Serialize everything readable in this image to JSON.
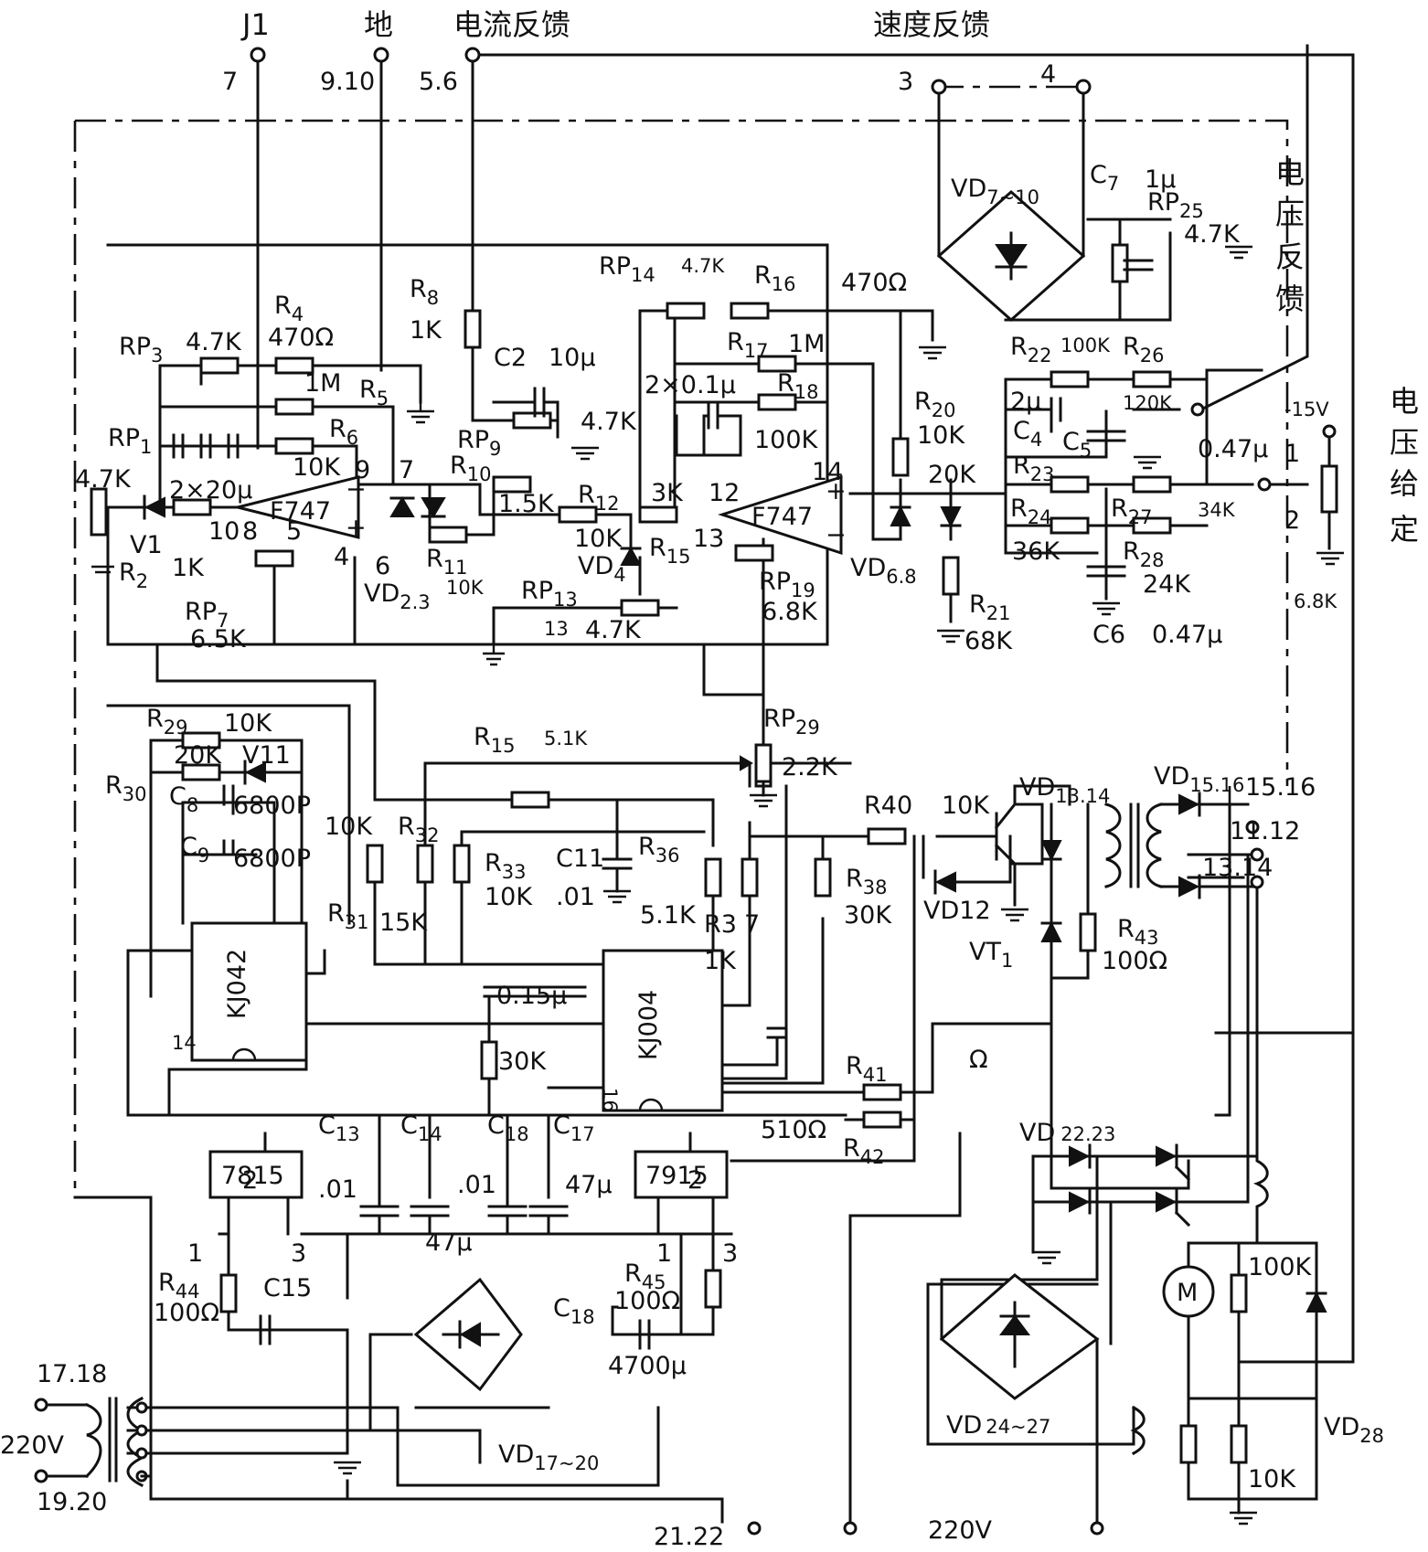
{
  "top_terminals": [
    "J1",
    "地",
    "电流反馈",
    "速度反馈"
  ],
  "side_labels": {
    "voltage_feedback": [
      "电",
      "压",
      "反",
      "馈"
    ],
    "voltage_set": [
      "电",
      "压",
      "给",
      "定"
    ]
  },
  "pin_numbers": [
    "7",
    "9.10",
    "5.6",
    "3",
    "4",
    "1",
    "2",
    "15.16",
    "11.12",
    "13.14",
    "17.18",
    "19.20",
    "21.22"
  ],
  "mains": [
    "220V",
    "220V"
  ],
  "chips": [
    "F747",
    "F747",
    "KJ042",
    "KJ004",
    "7815",
    "7915"
  ],
  "components": {
    "RP3": "RP",
    "RP3_sub": "3",
    "RP3_val": "4.7K",
    "R4": "R",
    "R4_sub": "4",
    "R4_val": "470Ω",
    "R5": "R",
    "R5_sub": "5",
    "R5_val": "1M",
    "R6": "R",
    "R6_sub": "6",
    "R6_val": "10K",
    "RP1": "RP",
    "RP1_sub": "1",
    "RP1_val": "4.7K",
    "C_pair": "2×20μ",
    "R2": "R",
    "R2_sub": "2",
    "R2_val": "1K",
    "V1": "V1",
    "RP7": "RP",
    "RP7_sub": "7",
    "RP7_val": "6.5K",
    "VD23": "VD",
    "VD23_sub": "2.3",
    "R11": "R",
    "R11_sub": "11",
    "R11_val": "10K",
    "R8": "R",
    "R8_sub": "8",
    "R8_val": "1K",
    "C2": "C2",
    "C2_val": "10μ",
    "RP9": "RP",
    "RP9_sub": "9",
    "RP9_val": "4.7K",
    "R10": "R",
    "R10_sub": "10",
    "R10_val": "1.5K",
    "R12": "R",
    "R12_sub": "12",
    "R12_val": "10K",
    "R15a": "R",
    "R15a_sub": "15",
    "R15a_val": "3K",
    "VD4": "VD",
    "VD4_sub": "4",
    "RP13": "RP",
    "RP13_sub": "13",
    "RP13_val": "4.7K",
    "RP14": "RP",
    "RP14_sub": "14",
    "RP14_val": "4.7K",
    "R16": "R",
    "R16_sub": "16",
    "R16_val": "470Ω",
    "R17": "R",
    "R17_sub": "17",
    "R17_val": "1M",
    "C_pair2": "2×0.1μ",
    "R18": "R",
    "R18_sub": "18",
    "R18_val": "100K",
    "RP19": "RP",
    "RP19_sub": "19",
    "RP19_val": "6.8K",
    "R20": "R",
    "R20_sub": "20",
    "R20_val": "10K",
    "R21": "R",
    "R21_sub": "21",
    "R21_val": "68K",
    "VD68": "VD",
    "VD68_sub": "6.8",
    "VD710": "VD",
    "VD710_sub": "7~10",
    "C7": "C",
    "C7_sub": "7",
    "C7_val": "1μ",
    "RP25": "RP",
    "RP25_sub": "25",
    "RP25_val": "4.7K",
    "R22": "R",
    "R22_sub": "22",
    "R22_val": "100K",
    "R26": "R",
    "R26_sub": "26",
    "R26_val": "120K",
    "C4": "C",
    "C4_sub": "4",
    "C4_val": "2μ",
    "C5": "C",
    "C5_sub": "5",
    "R23": "R",
    "R23_sub": "23",
    "R23_val": "20K",
    "R24": "R",
    "R24_sub": "24",
    "R24_val": "36K",
    "R27": "R",
    "R27_sub": "27",
    "R27_val": "34K",
    "R28": "R",
    "R28_sub": "28",
    "R28_val": "24K",
    "C6": "C6",
    "C6_val": "0.47μ",
    "Cin": "0.47μ",
    "neg15": "-15V",
    "Rgiven": "6.8K",
    "RP29": "RP",
    "RP29_sub": "29",
    "RP29_val": "2.2K",
    "R15b": "R",
    "R15b_sub": "15",
    "R15b_val": "5.1K",
    "R29": "R",
    "R29_sub": "29",
    "R29_val": "10K",
    "R30": "R",
    "R30_sub": "30",
    "R30_val": "20K",
    "V11": "V11",
    "C8": "C",
    "C8_sub": "8",
    "C8_val": "6800P",
    "C9": "C",
    "C9_sub": "9",
    "C9_val": "6800P",
    "R31": "R",
    "R31_sub": "31",
    "R31_val": "10K",
    "R32": "R",
    "R32_sub": "32",
    "R32_val": "15K",
    "R33": "R",
    "R33_sub": "33",
    "R33_val": "10K",
    "C11": "C11",
    "C11_val": ".01",
    "R36": "R",
    "R36_sub": "36",
    "R36_val": "5.1K",
    "R37": "R3",
    "R37_sub": "7",
    "R37_val": "1K",
    "C_015": "0.15μ",
    "R_30k": "30K",
    "R38": "R",
    "R38_sub": "38",
    "R38_val": "30K",
    "R40": "R40",
    "R40_val": "10K",
    "VD12": "VD12",
    "VT1": "VT",
    "VT1_sub": "1",
    "R43": "R",
    "R43_sub": "43",
    "R43_val": "100Ω",
    "VD1314": "VD",
    "VD1314_sub": "13.14",
    "VD1516": "VD",
    "VD1516_sub": "15.16",
    "R41": "R",
    "R41_sub": "41",
    "R42": "R",
    "R42_sub": "42",
    "R42_val": "510Ω",
    "omega": "Ω",
    "C13": "C",
    "C13_sub": "13",
    "C13_val": ".01",
    "C14": "C",
    "C14_sub": "14",
    "C14_val": "47μ",
    "C18a": "C",
    "C18a_sub": "18",
    "C18a_val": ".01",
    "C17": "C",
    "C17_sub": "17",
    "C17_val": "47μ",
    "R44": "R",
    "R44_sub": "44",
    "R44_val": "100Ω",
    "C15": "C15",
    "R45": "R",
    "R45_sub": "45",
    "R45_val": "100Ω",
    "C18b": "C",
    "C18b_sub": "18",
    "C18b_val": "4700μ",
    "VD1720": "VD",
    "VD1720_sub": "17~20",
    "VD2223": "VD",
    "VD2223_sub": "22.23",
    "VD2427": "VD",
    "VD2427_sub": "24~27",
    "VD28": "VD",
    "VD28_sub": "28",
    "motor": "M",
    "R_100k": "100K",
    "R_10k": "10K"
  },
  "opamp_pins": {
    "p10": "10",
    "p8": "8",
    "p5": "5",
    "p4": "4",
    "p9": "9",
    "p7": "7",
    "p6": "6",
    "p14": "14",
    "p13": "13",
    "p12": "12",
    "p14b": "14",
    "p16": "16"
  },
  "reg_pins": {
    "l2": "2",
    "l1": "1",
    "l3": "3",
    "r2": "2",
    "r1": "1",
    "r3": "3"
  }
}
